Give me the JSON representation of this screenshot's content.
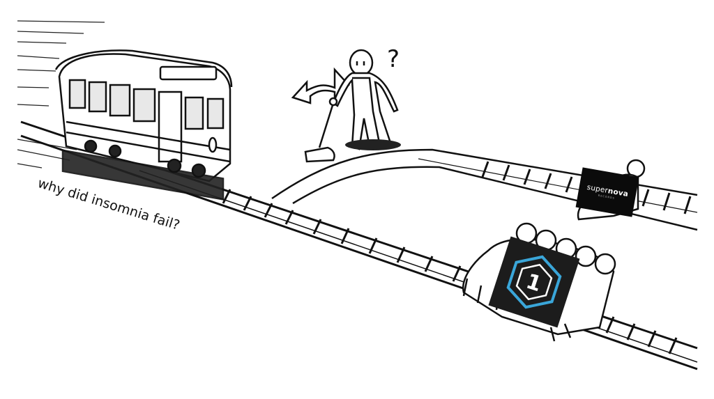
{
  "caption": "why did insomnia fail?",
  "logo_supernova": {
    "prefix": "super",
    "bold": "nova",
    "tagline": "RECORDS"
  },
  "logo_one": {
    "glyph": "1",
    "accent_color": "#3aa6d9"
  },
  "question_mark": "?",
  "icons": [
    "trolley-icon",
    "person-icon",
    "lever-icon",
    "switch-arrows-icon",
    "question-mark-icon"
  ]
}
